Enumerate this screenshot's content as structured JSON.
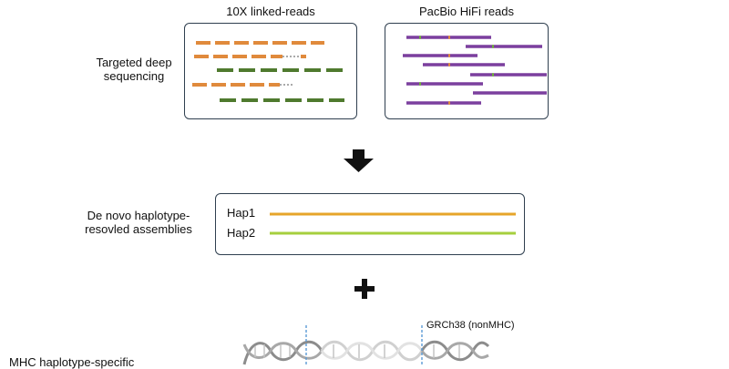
{
  "panels": {
    "linked_reads_title": "10X linked-reads",
    "hifi_title": "PacBio HiFi reads"
  },
  "steps": {
    "targeted": "Targeted deep sequencing",
    "assemblies": "De novo haplotype-resovled assemblies",
    "mhc_specific": "MHC haplotype-specific"
  },
  "haplotypes": {
    "hap1": "Hap1",
    "hap2": "Hap2"
  },
  "reference": {
    "label": "GRCh38 (nonMHC)"
  },
  "icons": {
    "arrow": "down-arrow-icon",
    "plus": "plus-icon",
    "dna": "dna-helix-icon"
  },
  "colors": {
    "linked_orange": "#e08a3c",
    "linked_green": "#4f7a2e",
    "hifi_purple": "#7b3f9e",
    "hap1": "#e6a52a",
    "hap2": "#a6cf3e",
    "box_border": "#2f3f4f",
    "marker_line": "#5b9bd5"
  }
}
